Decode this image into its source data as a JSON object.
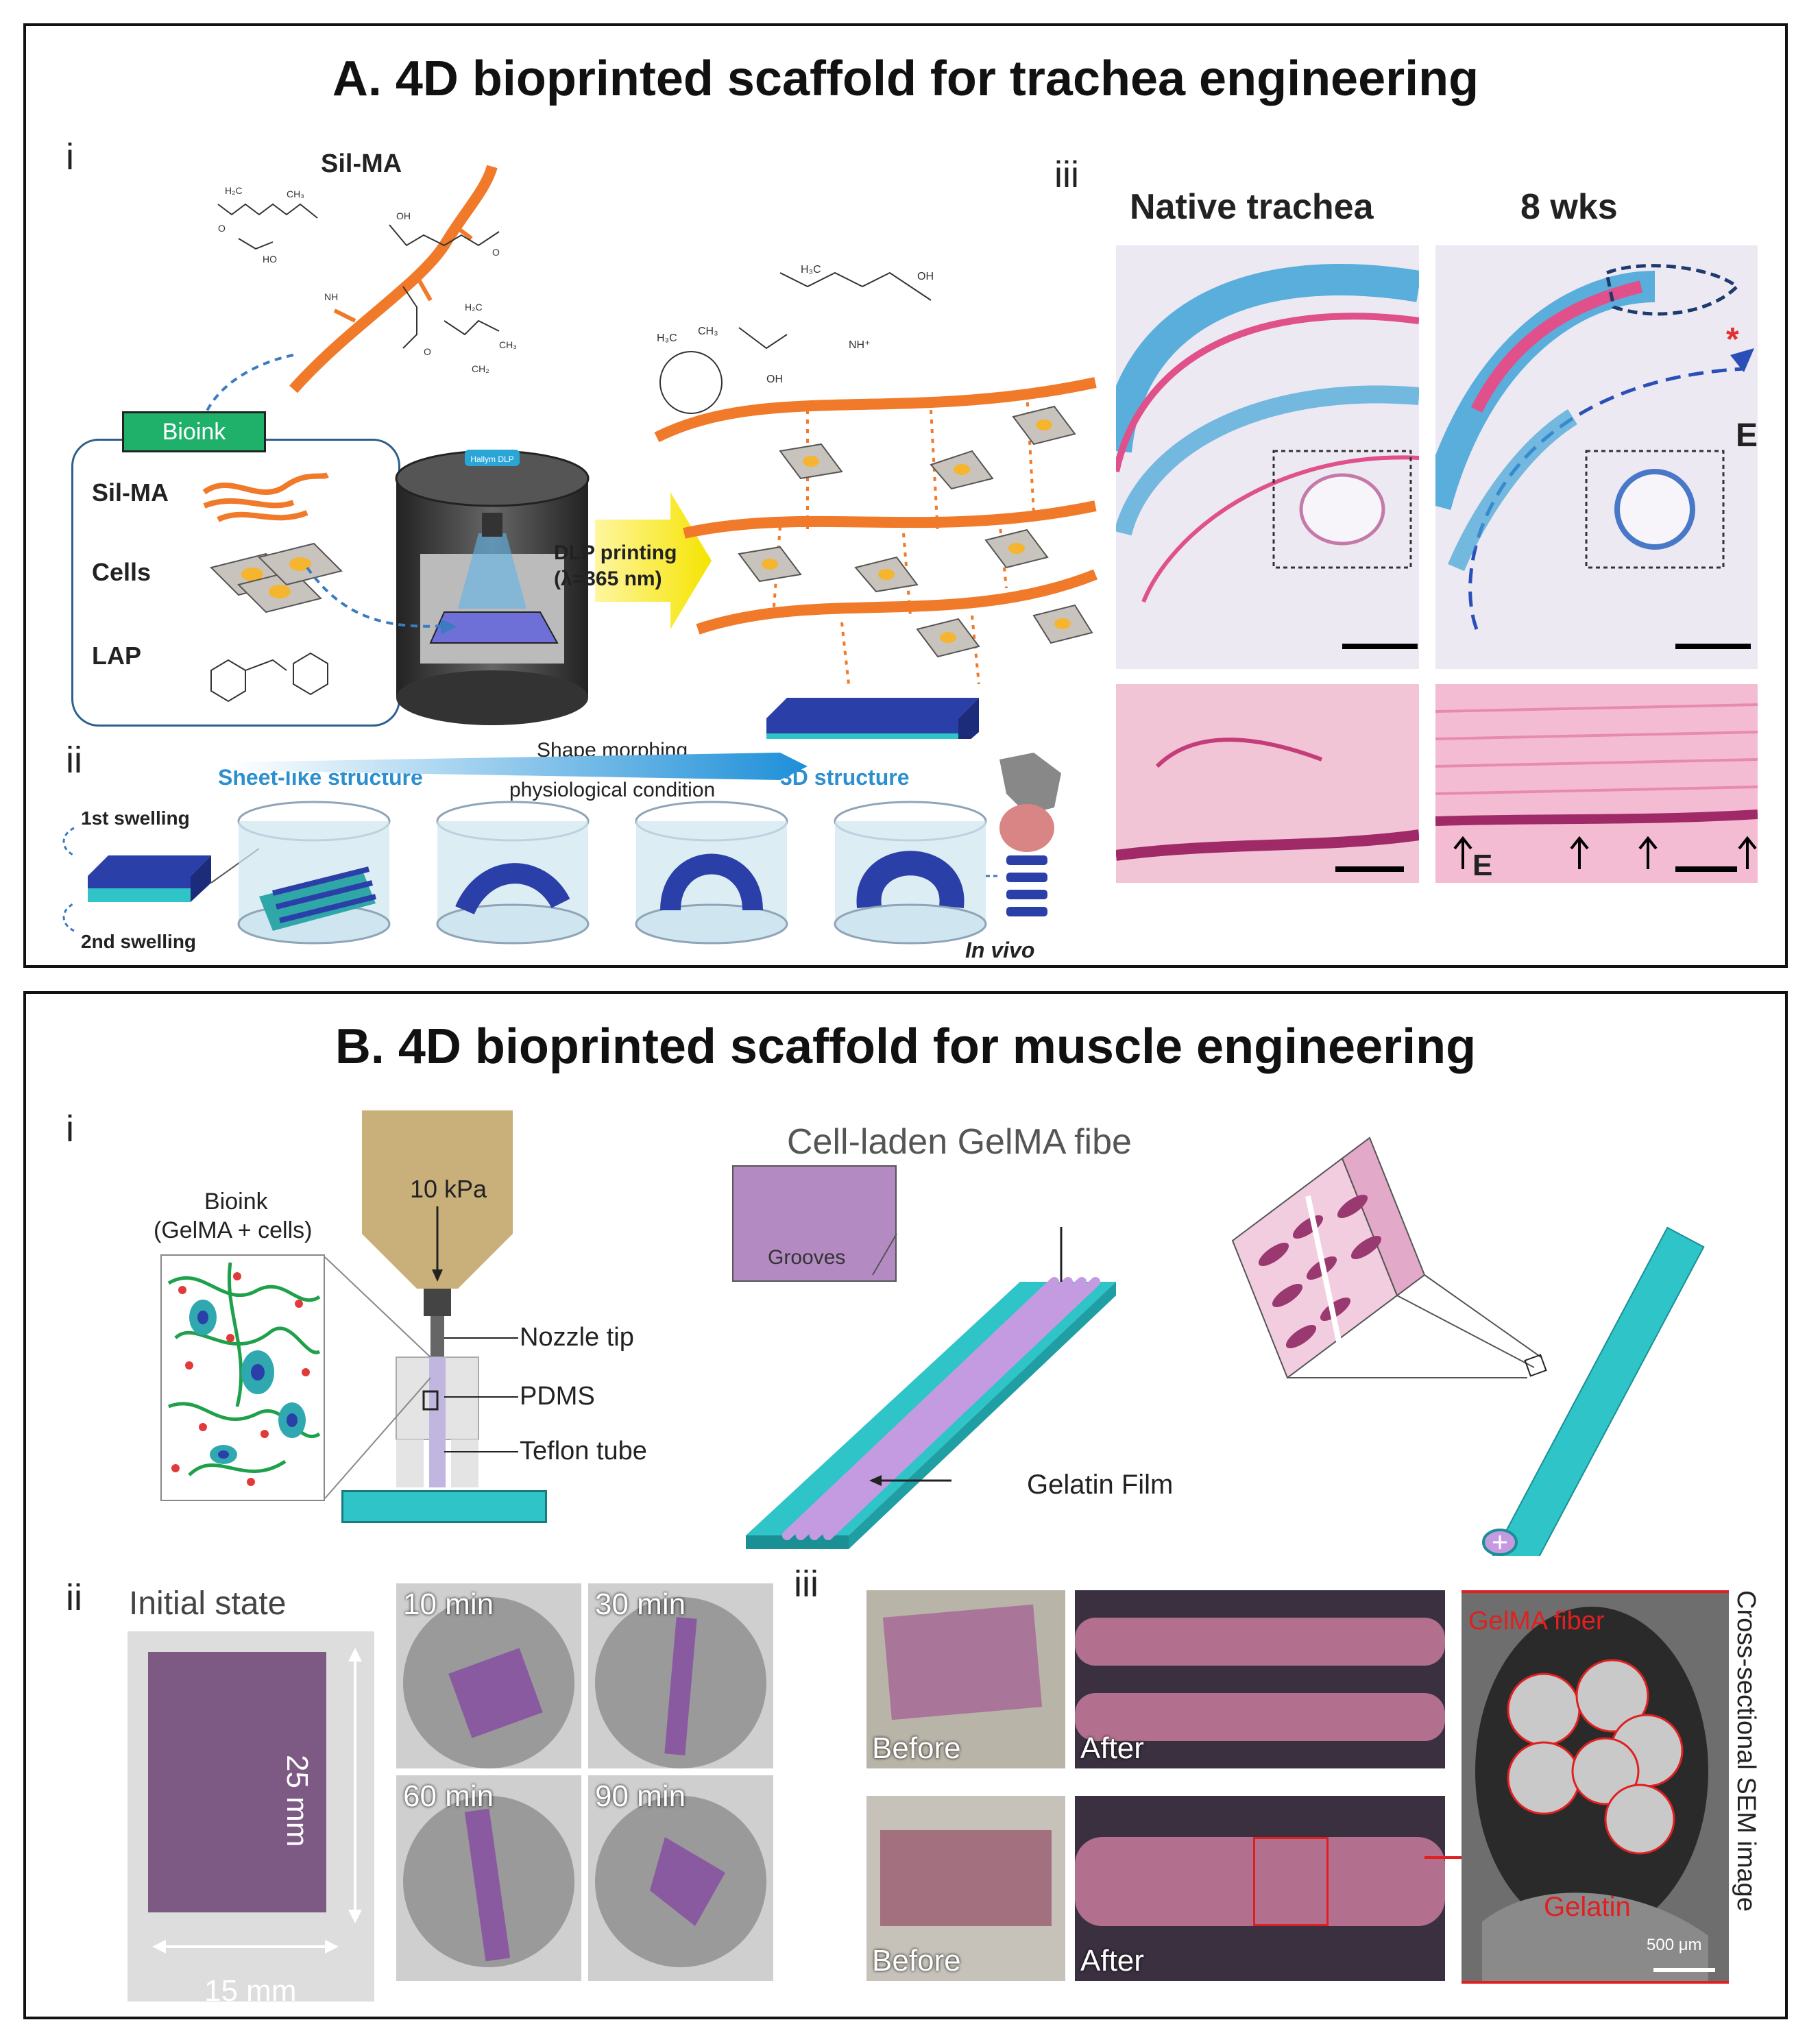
{
  "colors": {
    "sil_ma": "#f07a2a",
    "histo_blue": "#3fa3d6",
    "histo_pink": "#e0508a",
    "scaffold_teal": "#2fc4c8",
    "fiber_purple": "#c49be0",
    "gelma_red": "#e02020",
    "bioink_green": "#1fa04a"
  },
  "panel_a": {
    "title": "A. 4D bioprinted scaffold for trachea engineering",
    "sub_i": "i",
    "sub_ii": "ii",
    "sub_iii": "iii",
    "sil_ma_title": "Sil-MA",
    "bioink_label": "Bioink",
    "bioink_items": [
      "Sil-MA",
      "Cells",
      "LAP"
    ],
    "dlp_printer_brand": "Hallym DLP",
    "dlp_label_line1": "DLP printing",
    "dlp_label_line2": "(λ=365 nm)",
    "sheet_label": "Sheet-like structure",
    "shape_morph_label": "Shape morphing",
    "physio_label": "physiological condition",
    "struct3d_label": "3D structure",
    "swelling1": "1st swelling",
    "swelling2": "2nd swelling",
    "in_vivo": "In vivo",
    "native_trachea": "Native trachea",
    "wks8": "8 wks",
    "marker_e": "E",
    "marker_star": "*"
  },
  "panel_b": {
    "title": "B. 4D bioprinted scaffold for muscle engineering",
    "sub_i": "i",
    "sub_ii": "ii",
    "sub_iii": "iii",
    "bioink_line1": "Bioink",
    "bioink_line2": "(GelMA + cells)",
    "pressure": "10 kPa",
    "nozzle_tip": "Nozzle tip",
    "pdms": "PDMS",
    "teflon_tube": "Teflon tube",
    "cell_laden": "Cell-laden GelMA fibe",
    "grooves": "Grooves",
    "gelatin_film": "Gelatin Film",
    "initial_state": "Initial state",
    "dim_25": "25 mm",
    "dim_15": "15 mm",
    "times": [
      "10 min",
      "30 min",
      "60 min",
      "90 min"
    ],
    "before": "Before",
    "after": "After",
    "gelma_fiber": "GelMA fiber",
    "gelatin": "Gelatin",
    "scale_500": "500 μm",
    "cross_section": "Cross-sectional SEM image"
  }
}
